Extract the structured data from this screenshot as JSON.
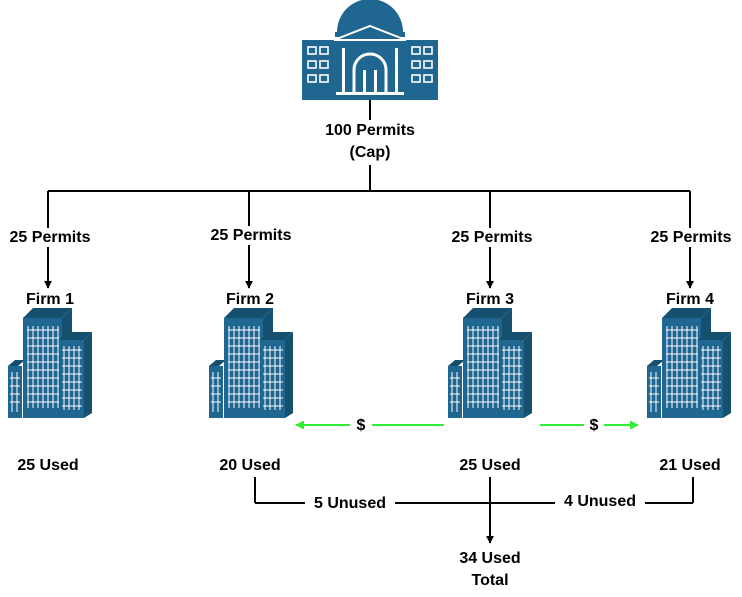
{
  "government": {
    "icon": "capitol-building-icon",
    "permits_label": "100 Permits",
    "cap_label": "(Cap)"
  },
  "firms": [
    {
      "allocation": "25 Permits",
      "name": "Firm 1",
      "used": "25 Used"
    },
    {
      "allocation": "25 Permits",
      "name": "Firm 2",
      "used": "20 Used"
    },
    {
      "allocation": "25 Permits",
      "name": "Firm 3",
      "used": "25 Used"
    },
    {
      "allocation": "25 Permits",
      "name": "Firm 4",
      "used": "21 Used"
    }
  ],
  "trades": {
    "left_label": "$",
    "right_label": "$"
  },
  "unused": {
    "firm2": "5 Unused",
    "firm4": "4 Unused"
  },
  "total": {
    "line1": "34 Used",
    "line2": "Total"
  },
  "colors": {
    "building": "#1f6690",
    "building_dark": "#16506f",
    "trade_arrow": "#33ee33",
    "line": "#000000"
  }
}
